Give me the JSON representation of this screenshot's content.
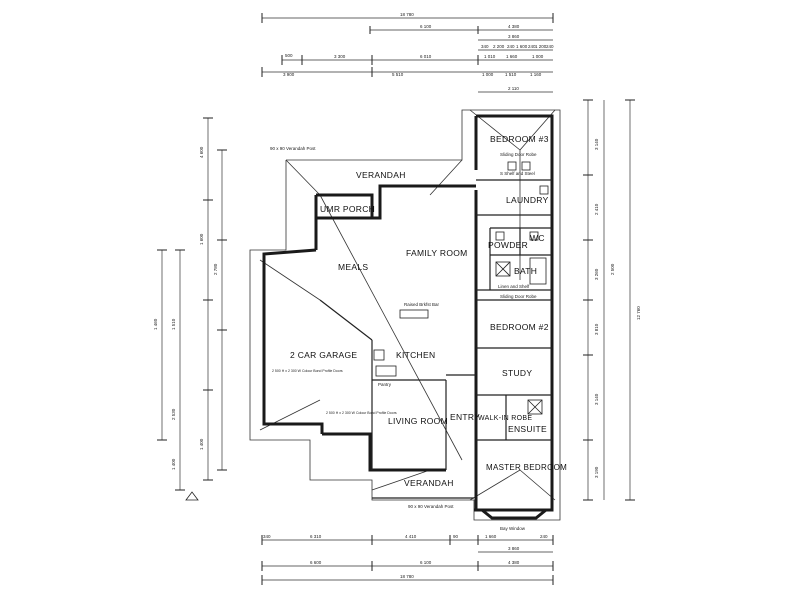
{
  "rooms": {
    "bedroom3": "BEDROOM #3",
    "laundry": "LAUNDRY",
    "powder": "POWDER",
    "wc": "WC",
    "bath": "BATH",
    "bedroom2": "BEDROOM #2",
    "study": "STUDY",
    "walk_in_robe": "WALK-IN ROBE",
    "ensuite": "ENSUITE",
    "master_bedroom": "MASTER BEDROOM",
    "umr_porch": "UMR PORCH",
    "verandah_top": "VERANDAH",
    "meals": "MEALS",
    "family_room": "FAMILY ROOM",
    "kitchen": "KITCHEN",
    "garage": "2 CAR GARAGE",
    "living_room": "LIVING ROOM",
    "entry": "ENTRY",
    "verandah_bottom": "VERANDAH"
  },
  "notes": {
    "verandah_post_top": "90 x 90 Verandah Post",
    "verandah_post_bottom": "90 x 90 Verandah Post",
    "sliding_door_robe_top": "Sliding Door Robe",
    "shelf_steel": "S Shelf and Steel",
    "linen_shelf": "Linen and Shelf",
    "sliding_door_robe_mid": "Sliding Door Robe",
    "bay_window": "Bay Window",
    "garage_door_1": "2 500 H x 2 300 W Colour Bond Profile Doors",
    "garage_door_2": "2 500 H x 2 300 W Colour Bond Profile Doors",
    "kitchen_pantry": "Pantry",
    "kitchen_bench": "Raised Brkfst Bar"
  },
  "dimensions": {
    "top": {
      "overall": "18 780",
      "r2": [
        "6 100",
        "4 380"
      ],
      "r3": [
        "3 860"
      ],
      "r4": [
        "340",
        "2 200",
        "240",
        "1 600",
        "240",
        "1 200",
        "240"
      ],
      "r5": [
        "500",
        "3 300",
        "6 010",
        "1 010",
        "1 660",
        "1 000"
      ],
      "r6": [
        "3 900",
        "5 510",
        "1 000",
        "1 510",
        "1 160"
      ],
      "r7": [
        "2 110"
      ]
    },
    "bottom": {
      "r1": [
        "340",
        "6 310",
        "4 410",
        "90",
        "1 660",
        "240"
      ],
      "r2": [
        "3 860"
      ],
      "r3": [
        "6 600",
        "6 100",
        "4 380"
      ],
      "overall": "18 780"
    },
    "left": [
      "4 600",
      "1 600",
      "2 780",
      "1 460",
      "1 510",
      "2 530",
      "1 400",
      "1 400"
    ],
    "right": [
      "3 140",
      "2 410",
      "3 260",
      "3 810",
      "2 500",
      "3 140",
      "3 190",
      "12 760"
    ]
  }
}
